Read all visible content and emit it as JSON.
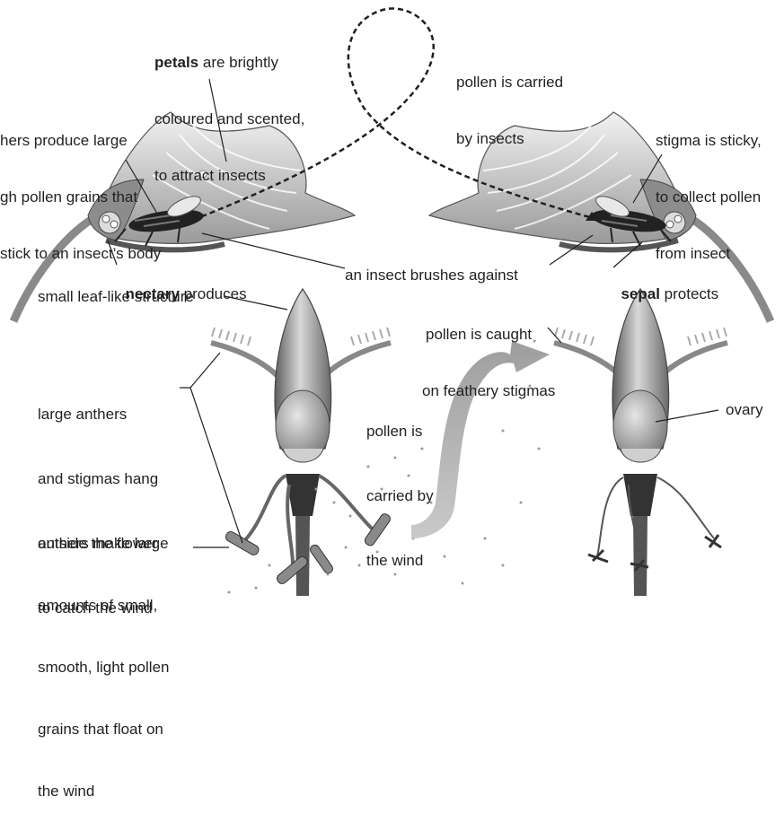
{
  "insect_pollination": {
    "petals": {
      "bold": "petals",
      "rest_line1": " are brightly",
      "line2": "coloured and scented,",
      "line3": "to attract insects"
    },
    "pollen_insects": {
      "line1": "pollen is carried",
      "line2": "by insects"
    },
    "anthers": {
      "line1": "hers produce large",
      "line2": "gh pollen grains that",
      "line3": "stick to an insect’s body"
    },
    "stigma": {
      "line1": "stigma is sticky,",
      "line2": "to collect pollen",
      "line3": "from insect"
    },
    "nectary": {
      "bold": "nectary",
      "rest": " produces"
    },
    "brushes": "an insect brushes against",
    "sepal": {
      "bold": "sepal",
      "rest": " protects"
    }
  },
  "wind_pollination": {
    "leaf_structure": "small leaf-like structure",
    "caught": {
      "line1": "pollen is caught",
      "line2": "on feathery stigmas"
    },
    "large_anthers": {
      "line1": "large anthers",
      "line2": "and stigmas hang",
      "line3": "outside the flower",
      "line4": "to catch the wind"
    },
    "carried_wind": {
      "line1": "pollen is",
      "line2": "carried by",
      "line3": "the wind"
    },
    "ovary": "ovary",
    "anthers_make": {
      "line1": "anthers make large",
      "line2": "amounts of small,",
      "line3": "smooth, light pollen",
      "line4": "grains that float on",
      "line5": "the wind"
    }
  }
}
